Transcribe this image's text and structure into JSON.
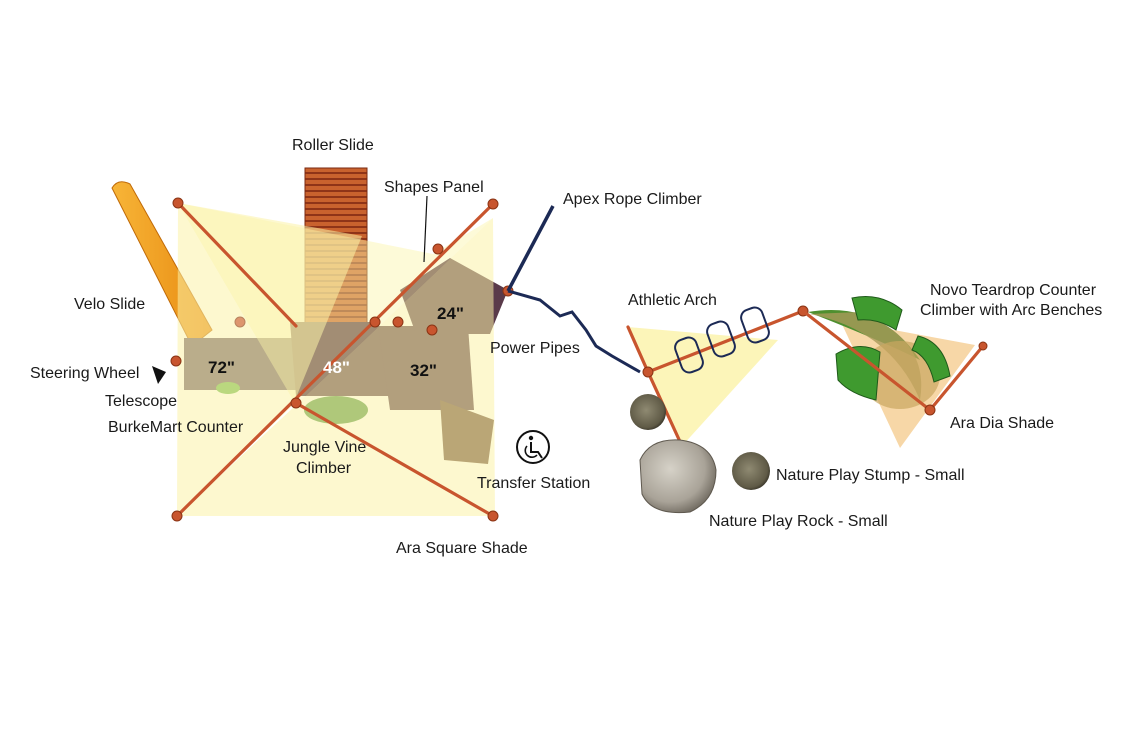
{
  "labels": {
    "roller_slide": "Roller Slide",
    "shapes_panel": "Shapes Panel",
    "apex_rope_climber": "Apex Rope Climber",
    "velo_slide": "Velo Slide",
    "steering_wheel": "Steering Wheel",
    "telescope": "Telescope",
    "burkemart_counter": "BurkeMart Counter",
    "jungle_vine_climber_1": "Jungle Vine",
    "jungle_vine_climber_2": "Climber",
    "power_pipes": "Power Pipes",
    "transfer_station": "Transfer Station",
    "ara_square_shade": "Ara Square Shade",
    "athletic_arch": "Athletic Arch",
    "novo_teardrop_1": "Novo Teardrop Counter",
    "novo_teardrop_2": "Climber with Arc Benches",
    "ara_dia_shade": "Ara Dia Shade",
    "nature_play_stump": "Nature Play Stump - Small",
    "nature_play_rock": "Nature Play Rock - Small"
  },
  "deck_heights": {
    "deck_72": "72\"",
    "deck_48": "48\"",
    "deck_32": "32\"",
    "deck_24": "24\""
  },
  "icons": {
    "accessibility": "wheelchair-icon",
    "steering_wheel_marker": "arrow-marker-icon"
  },
  "colors": {
    "post_orange": "#c8552e",
    "deck_purple": "#5a3a4a",
    "shade_yellow": "#fbf3a8",
    "slide_orange": "#f2a21b",
    "roller_red": "#b5462a",
    "rope_navy": "#1c2a55",
    "bench_green": "#3f9a2f"
  }
}
